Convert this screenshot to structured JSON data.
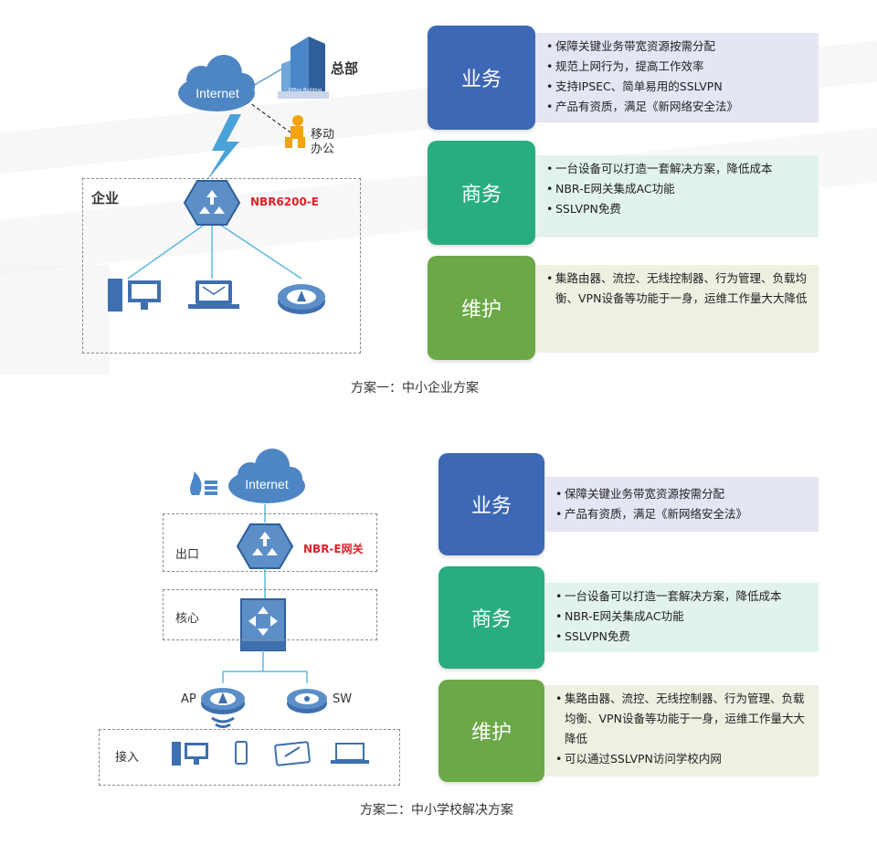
{
  "scheme1": {
    "cloud_label": "Internet",
    "hq_label": "总部",
    "building_text": "Office Building",
    "mobile_label_1": "移动",
    "mobile_label_2": "办公",
    "enterprise_label": "企业",
    "device_label": "NBR6200-E",
    "caption": "方案一：中小企业方案",
    "cards": [
      {
        "title": "业务",
        "color": "#3d68b5",
        "items": [
          "保障关键业务带宽资源按需分配",
          "规范上网行为，提高工作效率",
          "支持IPSEC、简单易用的SSLVPN",
          "产品有资质，满足《新网络安全法》"
        ]
      },
      {
        "title": "商务",
        "color": "#29ad80",
        "items": [
          "一台设备可以打造一套解决方案，降低成本",
          "NBR-E网关集成AC功能",
          "SSLVPN免费"
        ]
      },
      {
        "title": "维护",
        "color": "#6ba847",
        "items": [
          "集路由器、流控、无线控制器、行为管理、负载均衡、VPN设备等功能于一身，运维工作量大大降低"
        ]
      }
    ]
  },
  "scheme2": {
    "cloud_label": "Internet",
    "exit_label": "出口",
    "device_label": "NBR-E网关",
    "core_label": "核心",
    "ap_label": "AP",
    "sw_label": "SW",
    "access_label": "接入",
    "caption": "方案二：中小学校解决方案",
    "cards": [
      {
        "title": "业务",
        "color": "#3d68b5",
        "items": [
          "保障关键业务带宽资源按需分配",
          "产品有资质，满足《新网络安全法》"
        ]
      },
      {
        "title": "商务",
        "color": "#29ad80",
        "items": [
          "一台设备可以打造一套解决方案，降低成本",
          "NBR-E网关集成AC功能",
          "SSLVPN免费"
        ]
      },
      {
        "title": "维护",
        "color": "#6ba847",
        "items": [
          "集路由器、流控、无线控制器、行为管理、负载均衡、VPN设备等功能于一身，运维工作量大大降低",
          "可以通过SSLVPN访问学校内网"
        ]
      }
    ]
  }
}
